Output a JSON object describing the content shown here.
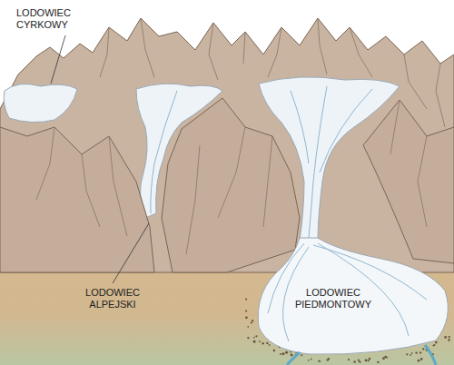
{
  "diagram": {
    "labels": [
      "LODOWIEC CYRKOWY",
      "LODOWIEC ALPEJSKI",
      "LODOWIEC PIEDMONTOWY"
    ]
  }
}
